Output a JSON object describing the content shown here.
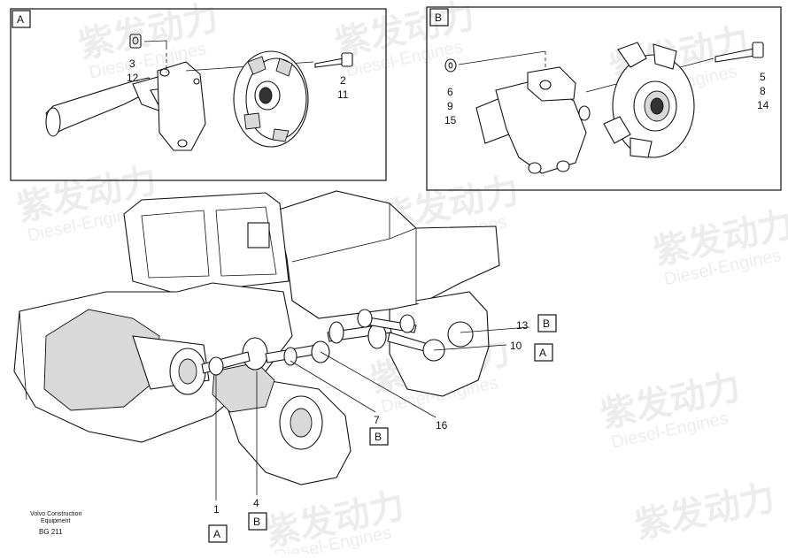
{
  "watermark": {
    "brand": "紫发动力",
    "subtitle": "Diesel-Engines"
  },
  "detail_a": {
    "label": "A",
    "callouts": [
      {
        "id": "ca-left",
        "lines": [
          "3",
          "12"
        ]
      },
      {
        "id": "ca-right",
        "lines": [
          "2",
          "11"
        ]
      }
    ]
  },
  "detail_b": {
    "label": "B",
    "callouts": [
      {
        "id": "cb-left",
        "lines": [
          "6",
          "9",
          "15"
        ]
      },
      {
        "id": "cb-right",
        "lines": [
          "5",
          "8",
          "14"
        ]
      }
    ]
  },
  "main_callouts": {
    "n13": "13",
    "n10": "10",
    "n7": "7",
    "n16": "16",
    "n1": "1",
    "n4": "4"
  },
  "ref_boxes": {
    "r13": "B",
    "r10": "A",
    "r7": "B",
    "r1": "A",
    "r4": "B"
  },
  "footer": {
    "brand_line1": "Volvo Construction",
    "brand_line2": "Equipment",
    "code": "BG 211"
  }
}
